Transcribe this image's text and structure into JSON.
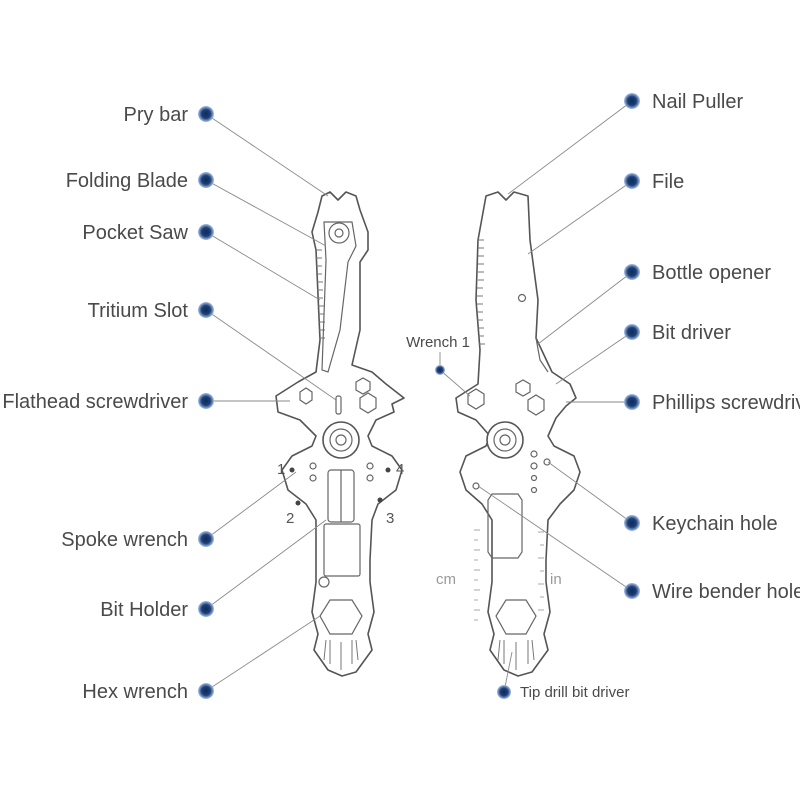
{
  "diagram": {
    "left_labels": {
      "pry_bar": "Pry bar",
      "folding_blade": "Folding Blade",
      "pocket_saw": "Pocket Saw",
      "tritium_slot": "Tritium Slot",
      "flathead_screwdriver": "Flathead screwdriver",
      "spoke_wrench": "Spoke wrench",
      "bit_holder": "Bit Holder",
      "hex_wrench": "Hex wrench"
    },
    "right_labels": {
      "nail_puller": "Nail Puller",
      "file": "File",
      "bottle_opener": "Bottle opener",
      "bit_driver": "Bit driver",
      "phillips_screwdriver": "Phillips screwdriver",
      "keychain_hole": "Keychain hole",
      "wire_bender_hole": "Wire bender hole",
      "tip_drill_bit_driver": "Tip drill bit driver",
      "wrench_1": "Wrench 1"
    },
    "spoke_numbers": [
      "1",
      "2",
      "3",
      "4"
    ],
    "ruler_units": {
      "metric": "cm",
      "imperial": "in"
    },
    "colors": {
      "dot_outer": "#a9c2e6",
      "dot_inner": "#14305e",
      "text": "#4a4a4a",
      "outline": "#555555"
    }
  }
}
